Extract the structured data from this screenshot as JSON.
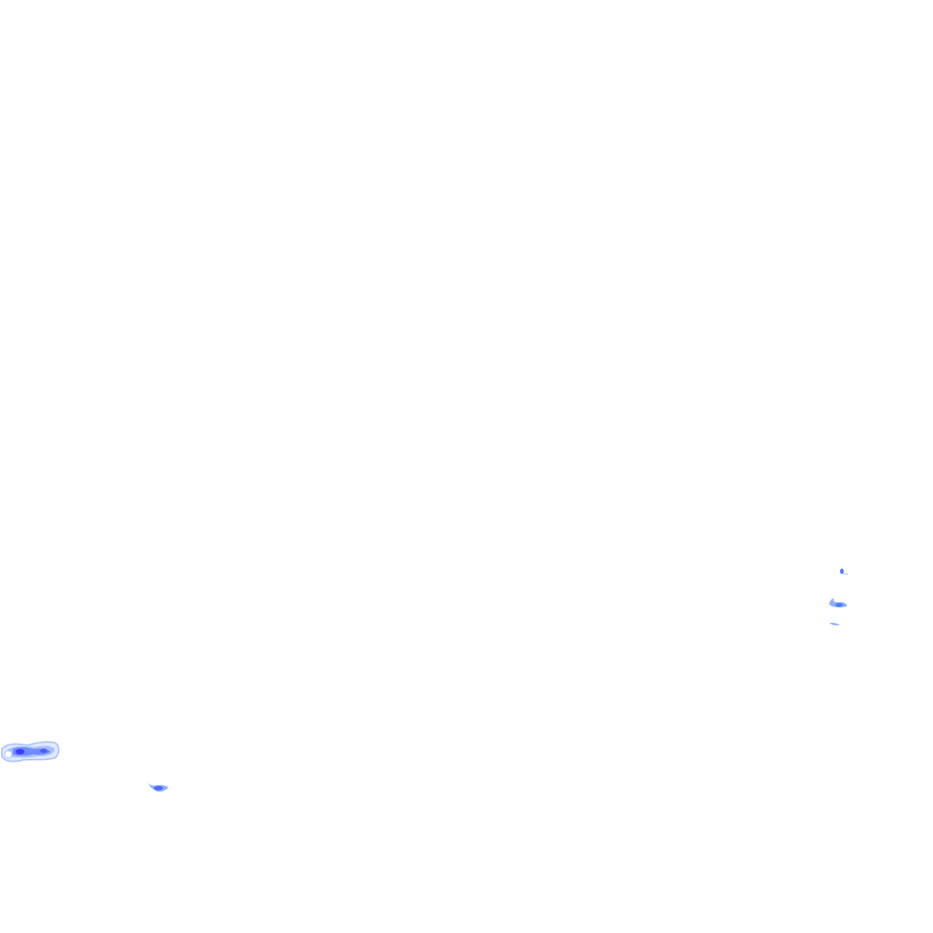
{
  "map": {
    "type": "precipitation-radar-overlay-tile",
    "background": "transparent",
    "legend_colors": {
      "very_light": "#c8d8ff",
      "light": "#8fb0ff",
      "medium": "#5a7dff",
      "heavy": "#3b3bff"
    },
    "echo_regions": [
      {
        "id": "west-band",
        "intensity_levels": [
          "very_light",
          "light",
          "medium",
          "heavy"
        ]
      },
      {
        "id": "south-west-cell",
        "intensity_levels": [
          "light",
          "medium"
        ]
      },
      {
        "id": "east-cell-north",
        "intensity_levels": [
          "medium"
        ]
      },
      {
        "id": "east-cell-middle",
        "intensity_levels": [
          "light",
          "medium"
        ]
      },
      {
        "id": "east-cell-south",
        "intensity_levels": [
          "very_light",
          "light"
        ]
      }
    ]
  }
}
